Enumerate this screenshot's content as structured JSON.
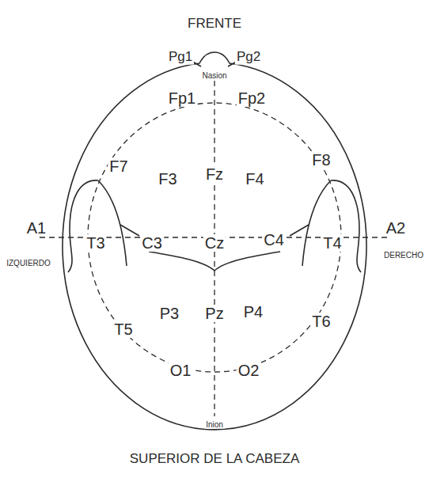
{
  "diagram": {
    "caption": "SUPERIOR DE LA CABEZA",
    "labels": [
      "FRENTE",
      "Pg1",
      "Pg2",
      "Nasion",
      "Fp1",
      "Fp2",
      "F7",
      "F3",
      "Fz",
      "F4",
      "F8",
      "A1",
      "T3",
      "C3",
      "Cz",
      "C4",
      "T4",
      "A2",
      "IZQUIERDO",
      "DERECHO",
      "P3",
      "Pz",
      "P4",
      "T5",
      "T6",
      "O1",
      "O2",
      "Inion"
    ]
  }
}
